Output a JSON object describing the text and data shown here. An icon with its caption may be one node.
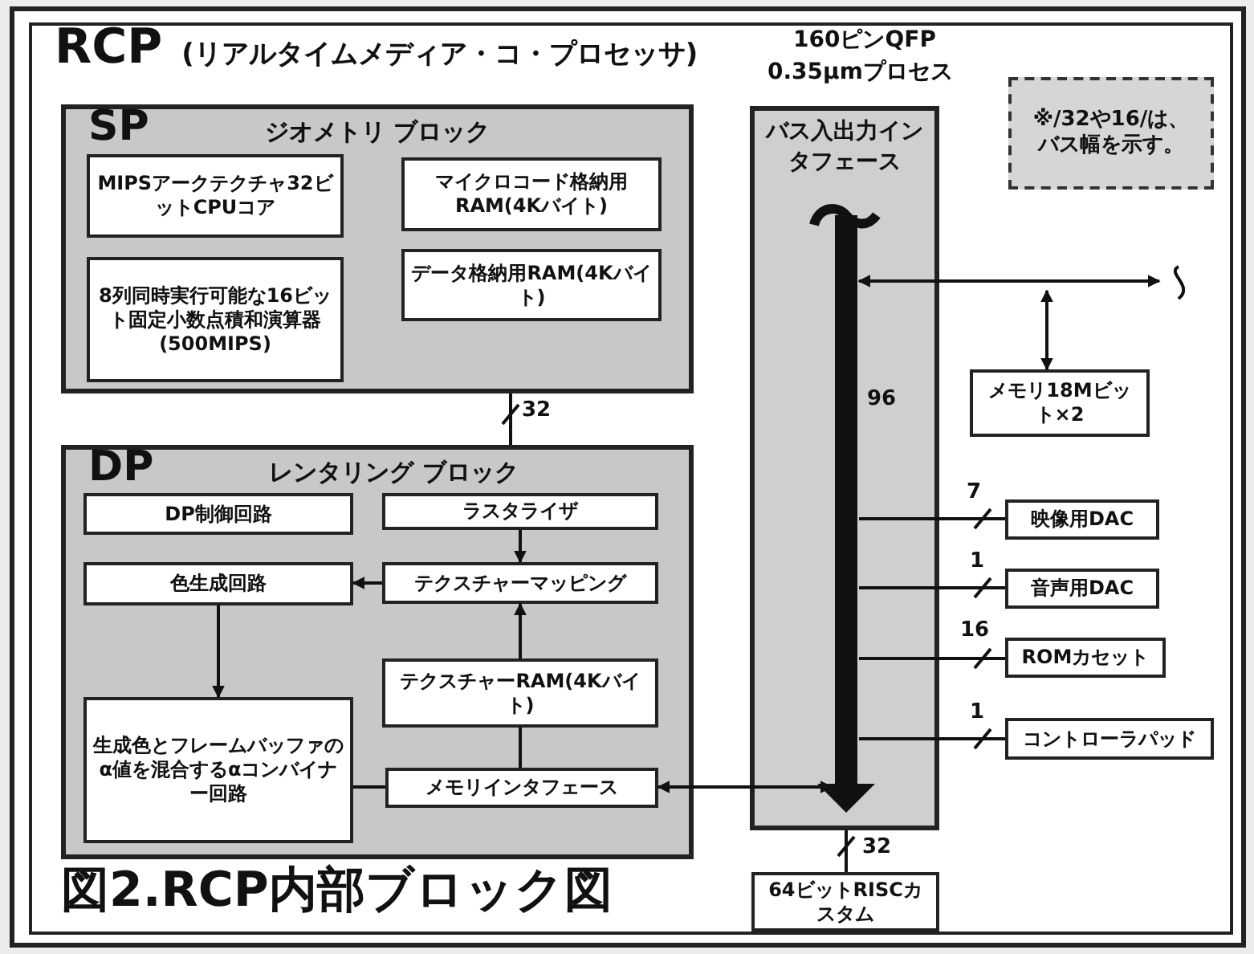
{
  "diagram": {
    "caption": "図2.RCP内部ブロック図",
    "nodes": [
      {
        "text": [
          "RCP",
          "(リアルタイムメディア・コ・プロセッサ)"
        ]
      },
      {
        "text": [
          "SP",
          "ジオメトリ ブロック"
        ],
        "in": 0
      },
      {
        "text": [
          "MIPSアークテクチャ32ビットCPUコア"
        ],
        "in": 1
      },
      {
        "text": [
          "8列同時実行可能な16ビット固定小数点積和演算器(500MIPS)"
        ],
        "in": 1
      },
      {
        "text": [
          "マイクロコード格納用RAM(4Kバイト)"
        ],
        "in": 1
      },
      {
        "text": [
          "データ格納用RAM(4Kバイト)"
        ],
        "in": 1
      },
      {
        "text": [
          "DP",
          "レンタリング ブロック"
        ],
        "in": 0
      },
      {
        "text": [
          "DP制御回路"
        ],
        "in": 6
      },
      {
        "text": [
          "ラスタライザ"
        ],
        "in": 6
      },
      {
        "text": [
          "色生成回路"
        ],
        "in": 6
      },
      {
        "text": [
          "テクスチャーマッピング"
        ],
        "in": 6
      },
      {
        "text": [
          "テクスチャーRAM(4Kバイト)"
        ],
        "in": 6
      },
      {
        "text": [
          "生成色とフレームバッファのα値を混合するαコンバイナー回路"
        ],
        "in": 6
      },
      {
        "text": [
          "メモリインタフェース"
        ],
        "in": 6
      },
      {
        "text": [
          "バス入出力インタフェース"
        ],
        "in": 0
      },
      {
        "text": [
          "※/32や16/は、バス幅を示す。"
        ],
        "in": 0
      },
      {
        "text": [
          "メモリ18Mビット×2"
        ],
        "in": 0
      },
      {
        "text": [
          "映像用DAC"
        ],
        "in": 0
      },
      {
        "text": [
          "音声用DAC"
        ],
        "in": 0
      },
      {
        "text": [
          "ROMカセット"
        ],
        "in": 0
      },
      {
        "text": [
          "コントローラパッド"
        ],
        "in": 0
      },
      {
        "text": [
          "64ビットRISCカスタム"
        ],
        "in": 0
      }
    ],
    "edges": [
      {
        "from": 1,
        "to": 6,
        "arrow": "none",
        "label": "32"
      },
      {
        "from": 14,
        "to": null,
        "arrow": "both"
      },
      {
        "from": null,
        "to": 16,
        "arrow": "both"
      },
      {
        "from": 14,
        "to": 17,
        "arrow": "none",
        "label": "7"
      },
      {
        "from": 14,
        "to": 18,
        "arrow": "none",
        "label": "1"
      },
      {
        "from": 14,
        "to": 19,
        "arrow": "none",
        "label": "16"
      },
      {
        "from": 14,
        "to": 20,
        "arrow": "none",
        "label": "1"
      },
      {
        "from": 14,
        "to": 21,
        "arrow": "none",
        "label": "32"
      },
      {
        "from": 13,
        "to": 14,
        "arrow": "both"
      },
      {
        "from": 8,
        "to": 10,
        "arrow": "to"
      },
      {
        "from": 11,
        "to": 10,
        "arrow": "to"
      },
      {
        "from": 10,
        "to": 9,
        "arrow": "to"
      },
      {
        "from": 9,
        "to": 12,
        "arrow": "to"
      },
      {
        "from": 12,
        "to": 13,
        "arrow": "none"
      },
      {
        "from": 11,
        "to": 13,
        "arrow": "none"
      }
    ],
    "labels": [
      "160ピンQFP",
      "0.35μmプロセス",
      "96"
    ]
  }
}
